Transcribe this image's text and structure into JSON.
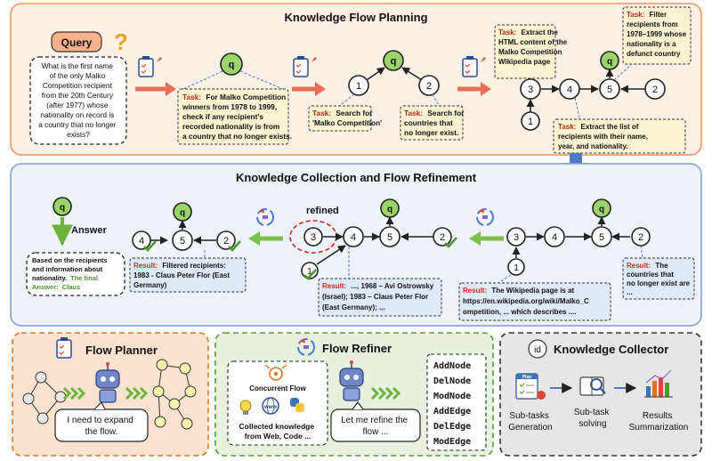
{
  "colors": {
    "planning_bg": "#fdf1e6",
    "planning_border": "#f0a070",
    "collection_bg": "#eef2fb",
    "collection_border": "#8fa9d8",
    "planner_bg": "#fbe3cf",
    "refiner_bg": "#e6f2dd",
    "collector_bg": "#e6e6e6",
    "task_box": "#fcf3d2",
    "result_box": "#dfeaf8",
    "query_node": "#9ad46a",
    "accent_red": "#e0443a",
    "accent_green": "#7cc24a",
    "accent_blue": "#4f78c8"
  },
  "icons": [
    "question-mark-icon",
    "clipboard-icon",
    "refine-cycle-icon",
    "robot-icon",
    "concurrent-flow-icon",
    "lightbulb-icon",
    "web-icon",
    "python-icon",
    "plan-icon",
    "search-book-icon",
    "bar-chart-icon",
    "down-arrow-icon",
    "checkmark-icon"
  ],
  "planning": {
    "title": "Knowledge Flow Planning",
    "query_label": "Query",
    "query_text": [
      "What is the first name",
      "of the only Malko",
      "Competition recipient",
      "from the 20th Century",
      "(after 1977) whose",
      "nationality on record is",
      "a country that no longer",
      "exists?"
    ],
    "stage1": {
      "q": "q",
      "task_label": "Task:",
      "task_text": [
        "For Malko Competition",
        "winners from 1978 to 1999,",
        "check if any recipient's",
        "recorded nationality is from",
        "a country that no longer exists."
      ]
    },
    "stage2": {
      "q": "q",
      "n1": "1",
      "n2": "2",
      "task1_label": "Task:",
      "task1_text": [
        "Search for",
        "'Malko Competition'"
      ],
      "task2_label": "Task:",
      "task2_text": [
        "Search for",
        "countries that",
        "no longer exist."
      ]
    },
    "stage3": {
      "q": "q",
      "n3": "3",
      "n4": "4",
      "n5": "5",
      "n2": "2",
      "n1": "1",
      "task3_label": "Task:",
      "task3_text": [
        "Extract the",
        "HTML content of the",
        "Malko Competition",
        "Wikipedia page"
      ],
      "task5_label": "Task:",
      "task5_text": [
        "Filter",
        "recipients from",
        "1978–1999 whose",
        "nationality is a",
        "defunct country"
      ],
      "task4_label": "Task:",
      "task4_text": [
        "Extract the list of",
        "recipients with their name,",
        "year, and nationality."
      ]
    }
  },
  "collection": {
    "title": "Knowledge Collection and Flow Refinement",
    "answer_label": "Answer",
    "answer_q": "q",
    "answer_text": [
      "Based on the recipients",
      "and information about",
      "nationality."
    ],
    "answer_final_inline": "The final",
    "answer_final_label": "Answer:",
    "answer_final_value": "Claus",
    "left_graph": {
      "n4": "4",
      "n5": "5",
      "n2": "2",
      "q": "q",
      "result_label": "Result:",
      "result_text": [
        "Filtered recipients:",
        "1983 - Claus Peter Flor (East",
        "Germany)"
      ]
    },
    "refined_label": "refined",
    "mid_graph": {
      "n3": "3",
      "n1": "1",
      "n4": "4",
      "n5": "5",
      "n2": "2",
      "q": "q",
      "result_label": "Result:",
      "result_text": [
        "..., 1968 – Avi Ostrowsky",
        "(Israel); 1983 – Claus Peter Flor",
        "(East Germany); ..."
      ]
    },
    "right_graph": {
      "n3": "3",
      "n4": "4",
      "n5": "5",
      "n2": "2",
      "n1": "1",
      "q": "q",
      "result1_label": "Result:",
      "result1_text": [
        "The Wikipedia page is at",
        "https://en.wikipedia.org/wiki/Malko_C",
        "ompetition, ... which describes ...."
      ],
      "result2_label": "Result:",
      "result2_text": [
        "The",
        "countries that",
        "no longer exist are",
        "..."
      ]
    }
  },
  "planner": {
    "title": "Flow Planner",
    "speech": [
      "I need to expand",
      "the flow."
    ]
  },
  "refiner": {
    "title": "Flow Refiner",
    "concurrent_label": "Concurrent Flow",
    "www_label": "www",
    "collected_text": [
      "Collected knowledge",
      "from Web, Code ..."
    ],
    "speech": [
      "Let me refine the",
      "flow ..."
    ],
    "ops": [
      "AddNode",
      "DelNode",
      "ModNode",
      "AddEdge",
      "DelEdge",
      "ModEdge"
    ]
  },
  "collector": {
    "id_label": "id",
    "title": "Knowledge Collector",
    "plan_label": "Plan",
    "steps": [
      [
        "Sub-tasks",
        "Generation"
      ],
      [
        "Sub-task",
        "solving"
      ],
      [
        "Results",
        "Summarization"
      ]
    ]
  }
}
